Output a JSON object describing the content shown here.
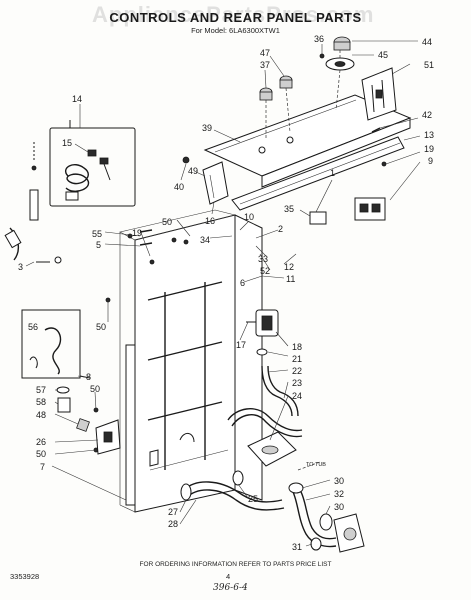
{
  "header": {
    "title": "CONTROLS AND REAR PANEL PARTS",
    "subtitle": "For Model: 6LA6300XTW1",
    "watermark": "AppliancePartsPros.com"
  },
  "footer": {
    "note": "FOR ORDERING INFORMATION REFER TO PARTS PRICE LIST",
    "doc_number": "3353928",
    "page_number": "4",
    "handwritten": "396-6-4"
  },
  "callouts": [
    {
      "id": "c36",
      "text": "36"
    },
    {
      "id": "c44",
      "text": "44"
    },
    {
      "id": "c47",
      "text": "47"
    },
    {
      "id": "c37",
      "text": "37"
    },
    {
      "id": "c45",
      "text": "45"
    },
    {
      "id": "c51",
      "text": "51"
    },
    {
      "id": "c14",
      "text": "14"
    },
    {
      "id": "c42",
      "text": "42"
    },
    {
      "id": "c39",
      "text": "39"
    },
    {
      "id": "c13",
      "text": "13"
    },
    {
      "id": "c15",
      "text": "15"
    },
    {
      "id": "c49",
      "text": "49"
    },
    {
      "id": "c19a",
      "text": "19"
    },
    {
      "id": "c40",
      "text": "40"
    },
    {
      "id": "c9",
      "text": "9"
    },
    {
      "id": "c1",
      "text": "1"
    },
    {
      "id": "c16",
      "text": "16"
    },
    {
      "id": "c35",
      "text": "35"
    },
    {
      "id": "c50a",
      "text": "50"
    },
    {
      "id": "c34",
      "text": "34"
    },
    {
      "id": "c55",
      "text": "55"
    },
    {
      "id": "c19b",
      "text": "19"
    },
    {
      "id": "c5",
      "text": "5"
    },
    {
      "id": "c10",
      "text": "10"
    },
    {
      "id": "c2",
      "text": "2"
    },
    {
      "id": "c33",
      "text": "33"
    },
    {
      "id": "c12",
      "text": "12"
    },
    {
      "id": "c52",
      "text": "52"
    },
    {
      "id": "c3",
      "text": "3"
    },
    {
      "id": "c6",
      "text": "6"
    },
    {
      "id": "c11",
      "text": "11"
    },
    {
      "id": "c50b",
      "text": "50"
    },
    {
      "id": "c56",
      "text": "56"
    },
    {
      "id": "c17",
      "text": "17"
    },
    {
      "id": "c18",
      "text": "18"
    },
    {
      "id": "c21",
      "text": "21"
    },
    {
      "id": "c8",
      "text": "8"
    },
    {
      "id": "c22",
      "text": "22"
    },
    {
      "id": "c57",
      "text": "57"
    },
    {
      "id": "c50c",
      "text": "50"
    },
    {
      "id": "c23",
      "text": "23"
    },
    {
      "id": "c58",
      "text": "58"
    },
    {
      "id": "c48",
      "text": "48"
    },
    {
      "id": "c24",
      "text": "24"
    },
    {
      "id": "c26",
      "text": "26"
    },
    {
      "id": "c50d",
      "text": "50"
    },
    {
      "id": "c7",
      "text": "7"
    },
    {
      "id": "c30a",
      "text": "30"
    },
    {
      "id": "c25",
      "text": "25"
    },
    {
      "id": "c32",
      "text": "32"
    },
    {
      "id": "c27",
      "text": "27"
    },
    {
      "id": "c30b",
      "text": "30"
    },
    {
      "id": "c28",
      "text": "28"
    },
    {
      "id": "c31",
      "text": "31"
    },
    {
      "id": "c_totub",
      "text": "TO TUB"
    }
  ]
}
